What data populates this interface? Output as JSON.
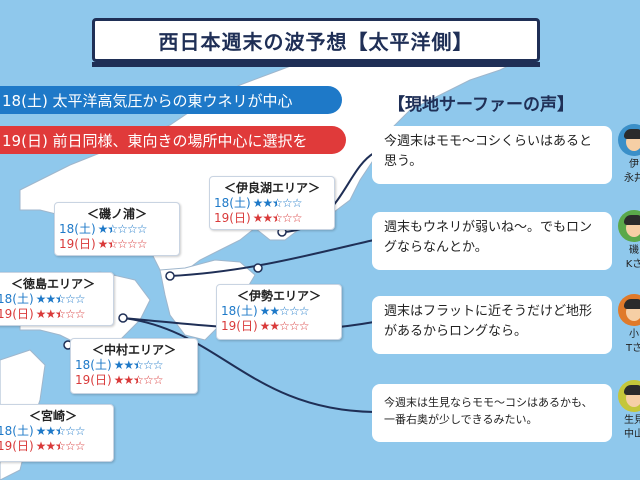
{
  "title": "西日本週末の波予想【太平洋側】",
  "banners": {
    "sat": "18(土)  太平洋高気圧からの東ウネリが中心",
    "sun": "19(日) 前日同様、東向きの場所中心に選択を"
  },
  "voice_title": "【現地サーファーの声】",
  "areas": [
    {
      "name": "＜伊良湖エリア＞",
      "sat_label": "18(土)",
      "sat_rating": 2.5,
      "sun_label": "19(日)",
      "sun_rating": 2.5
    },
    {
      "name": "＜磯ノ浦＞",
      "sat_label": "18(土)",
      "sat_rating": 1.5,
      "sun_label": "19(日)",
      "sun_rating": 1.5
    },
    {
      "name": "＜徳島エリア＞",
      "sat_label": "18(土)",
      "sat_rating": 2.5,
      "sun_label": "19(日)",
      "sun_rating": 2.5
    },
    {
      "name": "＜伊勢エリア＞",
      "sat_label": "18(土)",
      "sat_rating": 2,
      "sun_label": "19(日)",
      "sun_rating": 2
    },
    {
      "name": "＜中村エリア＞",
      "sat_label": "18(土)",
      "sat_rating": 2.5,
      "sun_label": "19(日)",
      "sun_rating": 2.5
    },
    {
      "name": "＜宮崎＞",
      "sat_label": "18(土)",
      "sat_rating": 2.5,
      "sun_label": "19(日)",
      "sun_rating": 2.5
    }
  ],
  "comments": [
    {
      "text": "今週末はモモ〜コシくらいはあると思う。",
      "person_line1": "伊",
      "person_line2": "永井"
    },
    {
      "text": "週末もウネリが弱いね〜。でもロングならなんとか。",
      "person_line1": "磯",
      "person_line2": "Kさ"
    },
    {
      "text": "週末はフラットに近そうだけど地形があるからロングなら。",
      "person_line1": "小",
      "person_line2": "Tさ"
    },
    {
      "text": "今週末は生見ならモモ〜コシはあるかも、一番右奥が少しできるみたい。",
      "person_line1": "生見",
      "person_line2": "中山"
    }
  ],
  "colors": {
    "sat": "#1e79c8",
    "sun": "#d93a3a",
    "navy": "#1f2f56",
    "sea": "#8fc8ec",
    "land": "#ffffff"
  }
}
